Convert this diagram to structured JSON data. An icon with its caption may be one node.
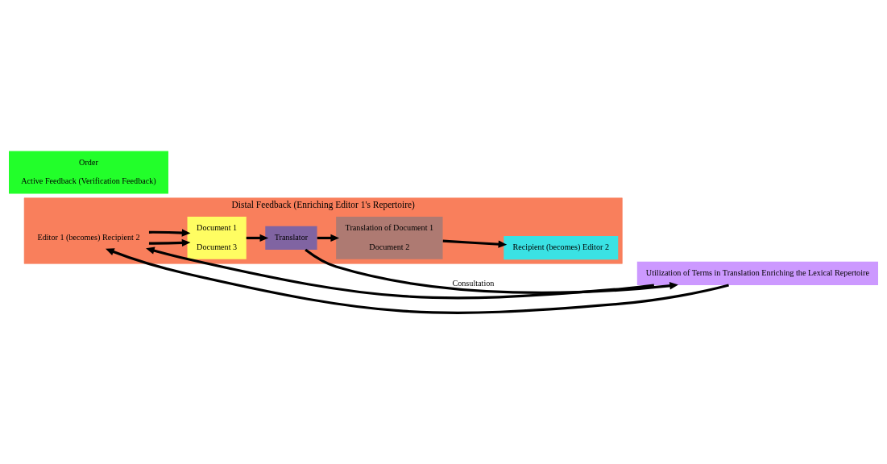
{
  "diagram": {
    "nodes": [
      {
        "text": [
          "Distal Feedback (Enriching Editor 1's Repertoire)"
        ]
      },
      {
        "text": [
          "Editor 1 (becomes) Recipient 2"
        ],
        "in": 0
      },
      {
        "text": [
          "Document 1",
          "Document 3"
        ],
        "in": 0
      },
      {
        "text": [
          "Translator"
        ],
        "in": 0
      },
      {
        "text": [
          "Translation of Document 1",
          "Document 2"
        ],
        "in": 0
      },
      {
        "text": [
          "Recipient (becomes) Editor 2"
        ],
        "in": 0
      },
      {
        "text": [
          "Order",
          "Active Feedback (Verification Feedback)"
        ]
      },
      {
        "text": [
          "Utilization of Terms in Translation Enriching the Lexical Repertoire"
        ]
      }
    ],
    "edges": [
      {
        "from": 7,
        "to": 1,
        "arrow": "to"
      },
      {
        "from": 1,
        "to": 2,
        "arrow": "to"
      },
      {
        "from": 1,
        "to": 2,
        "arrow": "to"
      },
      {
        "from": 2,
        "to": 3,
        "arrow": "to"
      },
      {
        "from": 3,
        "to": 4,
        "arrow": "to"
      },
      {
        "from": 4,
        "to": 5,
        "arrow": "to"
      },
      {
        "from": 3,
        "to": 7,
        "label": "Consultation",
        "arrow": "to"
      },
      {
        "from": 7,
        "to": 1,
        "arrow": "to"
      }
    ]
  }
}
